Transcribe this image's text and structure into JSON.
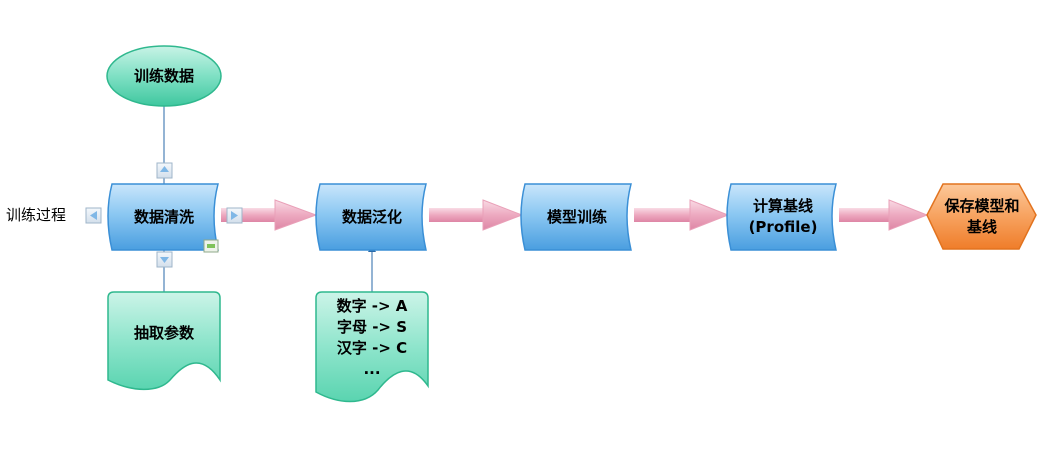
{
  "side_label": "训练过程",
  "nodes": {
    "training_data": "训练数据",
    "data_cleaning": "数据清洗",
    "data_generalization": "数据泛化",
    "model_training": "模型训练",
    "compute_baseline_line1": "计算基线",
    "compute_baseline_line2": "(Profile)",
    "save_line1": "保存模型和",
    "save_line2": "基线",
    "extract_params": "抽取参数",
    "mapping_line1": "数字 -> A",
    "mapping_line2": "字母 -> S",
    "mapping_line3": "汉字 -> C",
    "mapping_line4": "..."
  },
  "colors": {
    "process_blue": "#5aa9e6",
    "terminator_green": "#5dd6b4",
    "document_green": "#6fdcc1",
    "end_orange": "#f28a3a",
    "arrow_pink": "#e9a0b8"
  }
}
